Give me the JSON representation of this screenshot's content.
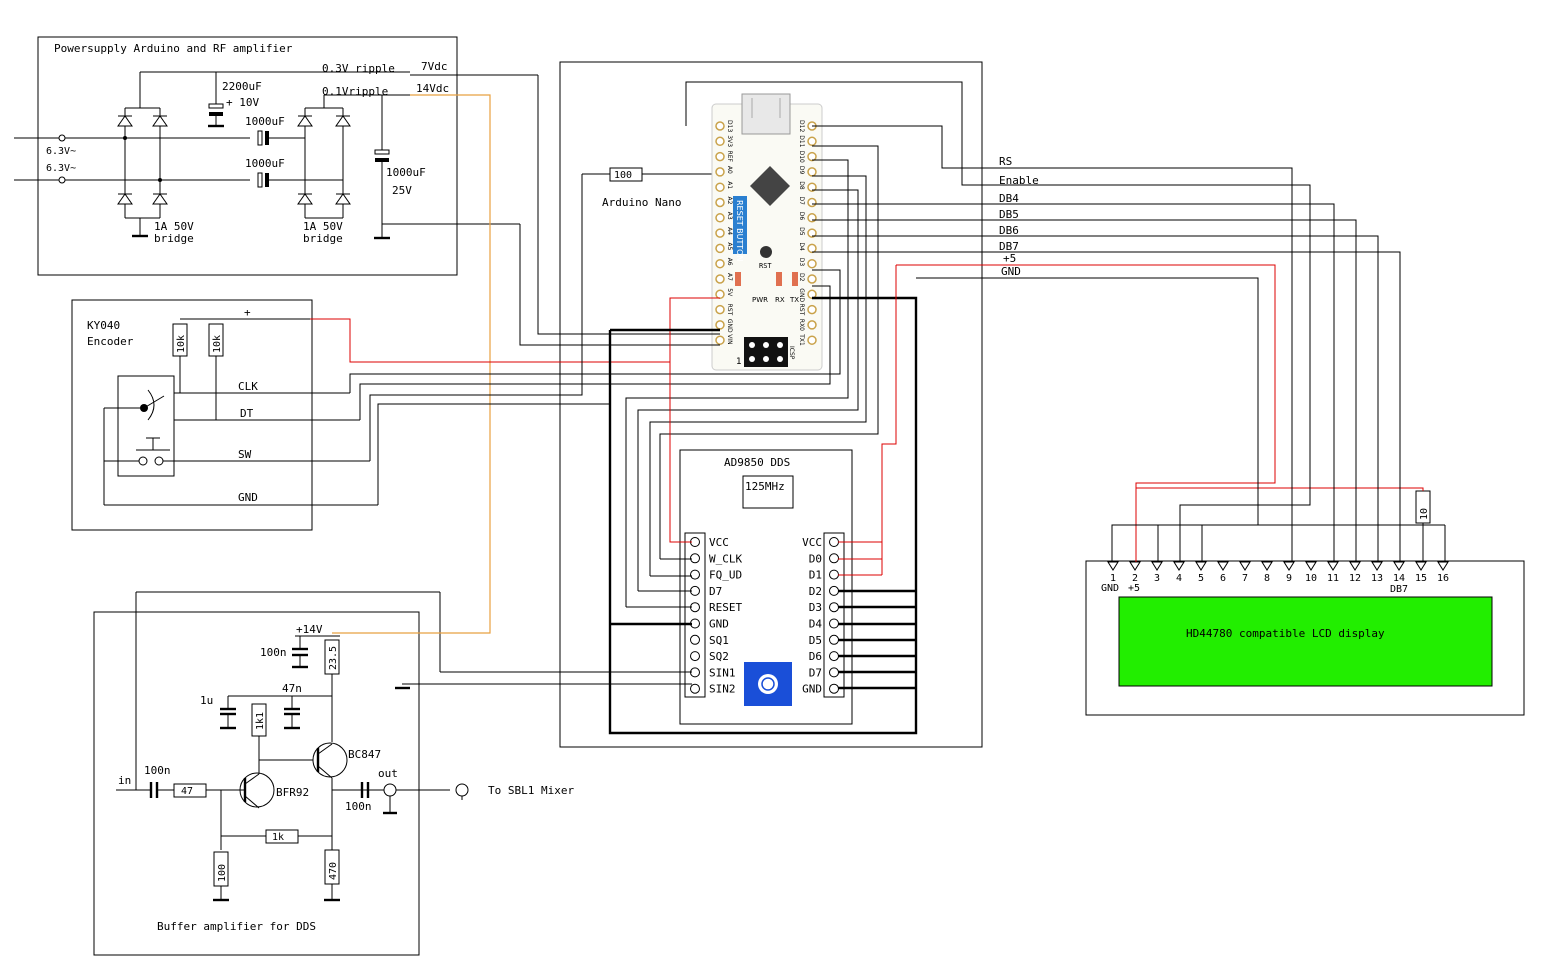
{
  "psu": {
    "title": "Powersupply Arduino and RF amplifier",
    "in1": "6.3V~",
    "in2": "6.3V~",
    "cap_big": "2200uF",
    "cap_big_v": "+ 10V",
    "cap_a": "1000uF",
    "cap_b": "1000uF",
    "cap_out": "1000uF",
    "cap_out_v": "25V",
    "bridge1": "1A 50V",
    "bridge1b": "bridge",
    "bridge2": "1A 50V",
    "bridge2b": "bridge",
    "ripple1": "0.3V ripple",
    "v1": "7Vdc",
    "ripple2": "0.1Vripple",
    "v2": "14Vdc"
  },
  "encoder": {
    "title": "KY040",
    "title2": "Encoder",
    "r1": "10k",
    "r2": "10k",
    "plus": "+",
    "clk": "CLK",
    "dt": "DT",
    "sw": "SW",
    "gnd": "GND"
  },
  "nano": {
    "label": "Arduino Nano",
    "resistor": "100",
    "reset_button": "RESET BUTTON",
    "left_pins": [
      "D13",
      "3V3",
      "REF",
      "A0",
      "A1",
      "A2",
      "A3",
      "A4",
      "A5",
      "A6",
      "A7",
      "5V",
      "RST",
      "GND",
      "VIN"
    ],
    "right_pins": [
      "D12",
      "D11",
      "D10",
      "D9",
      "D8",
      "D7",
      "D6",
      "D5",
      "D4",
      "D3",
      "D2",
      "GND",
      "RST",
      "RX0",
      "TX1"
    ],
    "leds": [
      "PWR",
      "RX",
      "TX"
    ],
    "rst_small": "RST",
    "icsp": "ICSP",
    "one": "1"
  },
  "dds": {
    "title": "AD9850 DDS",
    "crystal": "125MHz",
    "left_pins": [
      "VCC",
      "W_CLK",
      "FQ_UD",
      "D7",
      "RESET",
      "GND",
      "SQ1",
      "SQ2",
      "SIN1",
      "SIN2"
    ],
    "right_pins": [
      "VCC",
      "D0",
      "D1",
      "D2",
      "D3",
      "D4",
      "D5",
      "D6",
      "D7",
      "GND"
    ]
  },
  "lcd_signals": [
    "RS",
    "Enable",
    "DB4",
    "DB5",
    "DB6",
    "DB7",
    "+5",
    "GND"
  ],
  "lcd": {
    "pins": [
      "1",
      "2",
      "3",
      "4",
      "5",
      "6",
      "7",
      "8",
      "9",
      "10",
      "11",
      "12",
      "13",
      "14",
      "15",
      "16"
    ],
    "gnd": "GND",
    "plus5": "+5",
    "db7": "DB7",
    "resistor": "10",
    "screen_text": "HD44780 compatible LCD display",
    "screen_color": "#22ee00"
  },
  "buffer": {
    "title": "Buffer amplifier for DDS",
    "v": "+14V",
    "c1": "100n",
    "r_top": "23.5",
    "c_1u": "1u",
    "c_47n": "47n",
    "r_1k1": "1k1",
    "t2": "BC847",
    "t1": "BFR92",
    "in": "in",
    "c_in": "100n",
    "r_47": "47",
    "out": "out",
    "c_out": "100n",
    "r_1k": "1k",
    "r_100": "100",
    "r_470": "470",
    "dest": "To SBL1 Mixer"
  }
}
